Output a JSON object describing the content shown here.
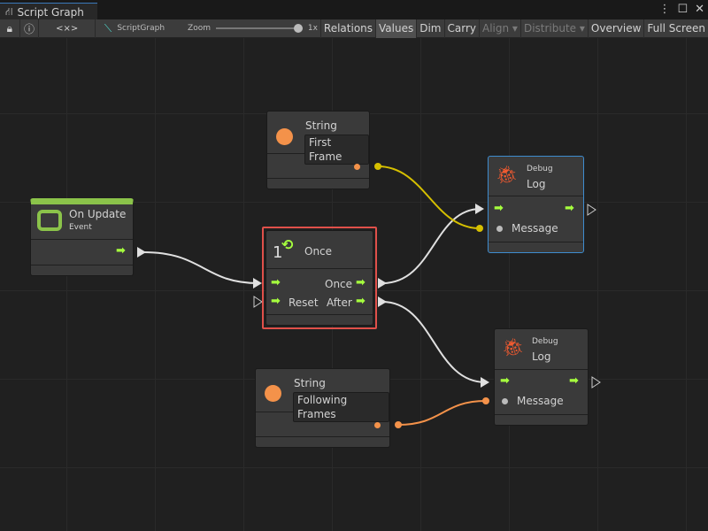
{
  "window": {
    "tab_title": "Script Graph"
  },
  "toolbar": {
    "lock": "lock-icon",
    "info": "info-icon",
    "code": "<×>",
    "graph_name": "ScriptGraph",
    "zoom_label": "Zoom",
    "zoom_value": "1x",
    "zoom_level": 1,
    "relations": "Relations",
    "values": "Values",
    "dim": "Dim",
    "carry": "Carry",
    "align": "Align",
    "distribute": "Distribute",
    "overview": "Overview",
    "full_screen": "Full Screen"
  },
  "nodes": {
    "on_update": {
      "title": "On Update",
      "subtitle": "Event",
      "accent": "#8bc34a"
    },
    "string1": {
      "title": "String",
      "value": "First Frame",
      "color": "#f4924a"
    },
    "string2": {
      "title": "String",
      "value": "Following Frames",
      "color": "#f4924a"
    },
    "once": {
      "icon_num": "1",
      "title": "Once",
      "in_reset": "Reset",
      "out_once": "Once",
      "out_after": "After",
      "border": "#e0504a"
    },
    "debug1": {
      "category": "Debug",
      "title": "Log",
      "port": "Message",
      "border": "#3e8ccf"
    },
    "debug2": {
      "category": "Debug",
      "title": "Log",
      "port": "Message"
    }
  },
  "colors": {
    "flow": "#a6ff3e",
    "string_wire": "#f4924a",
    "yellow_wire": "#d6c000"
  }
}
